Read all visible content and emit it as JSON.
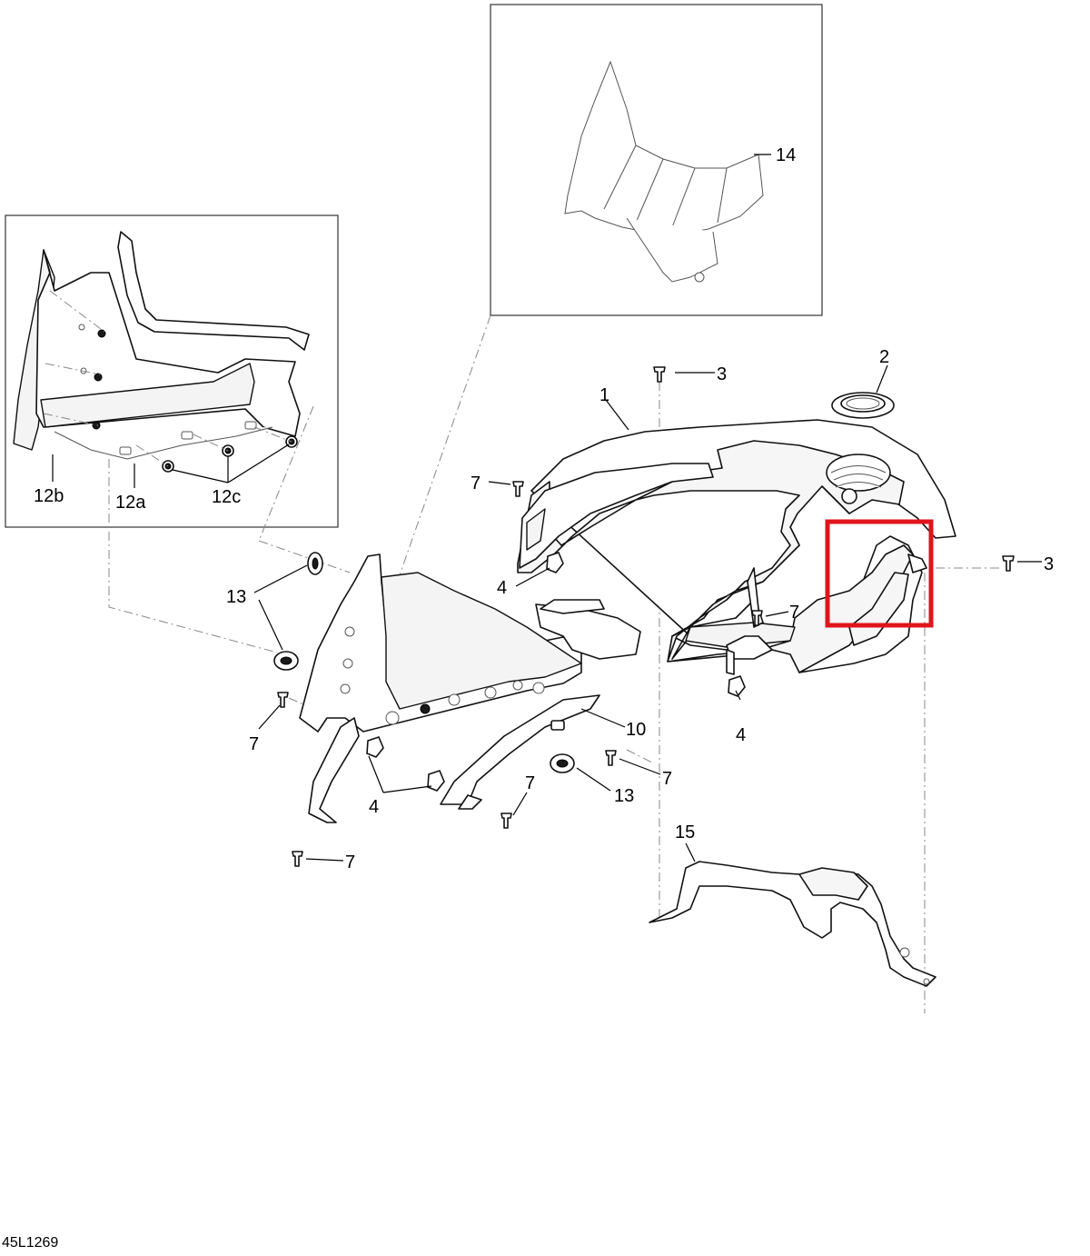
{
  "callouts": {
    "c1": "1",
    "c2": "2",
    "c3a": "3",
    "c3b": "3",
    "c4a": "4",
    "c4b": "4",
    "c4c": "4",
    "c7a": "7",
    "c7b": "7",
    "c7c": "7",
    "c7d": "7",
    "c7e": "7",
    "c7f": "7",
    "c10": "10",
    "c12a": "12a",
    "c12b": "12b",
    "c12c": "12c",
    "c13a": "13",
    "c13b": "13",
    "c14": "14",
    "c15": "15"
  },
  "document_number": "45L1269",
  "highlight_color": "#e0151b"
}
